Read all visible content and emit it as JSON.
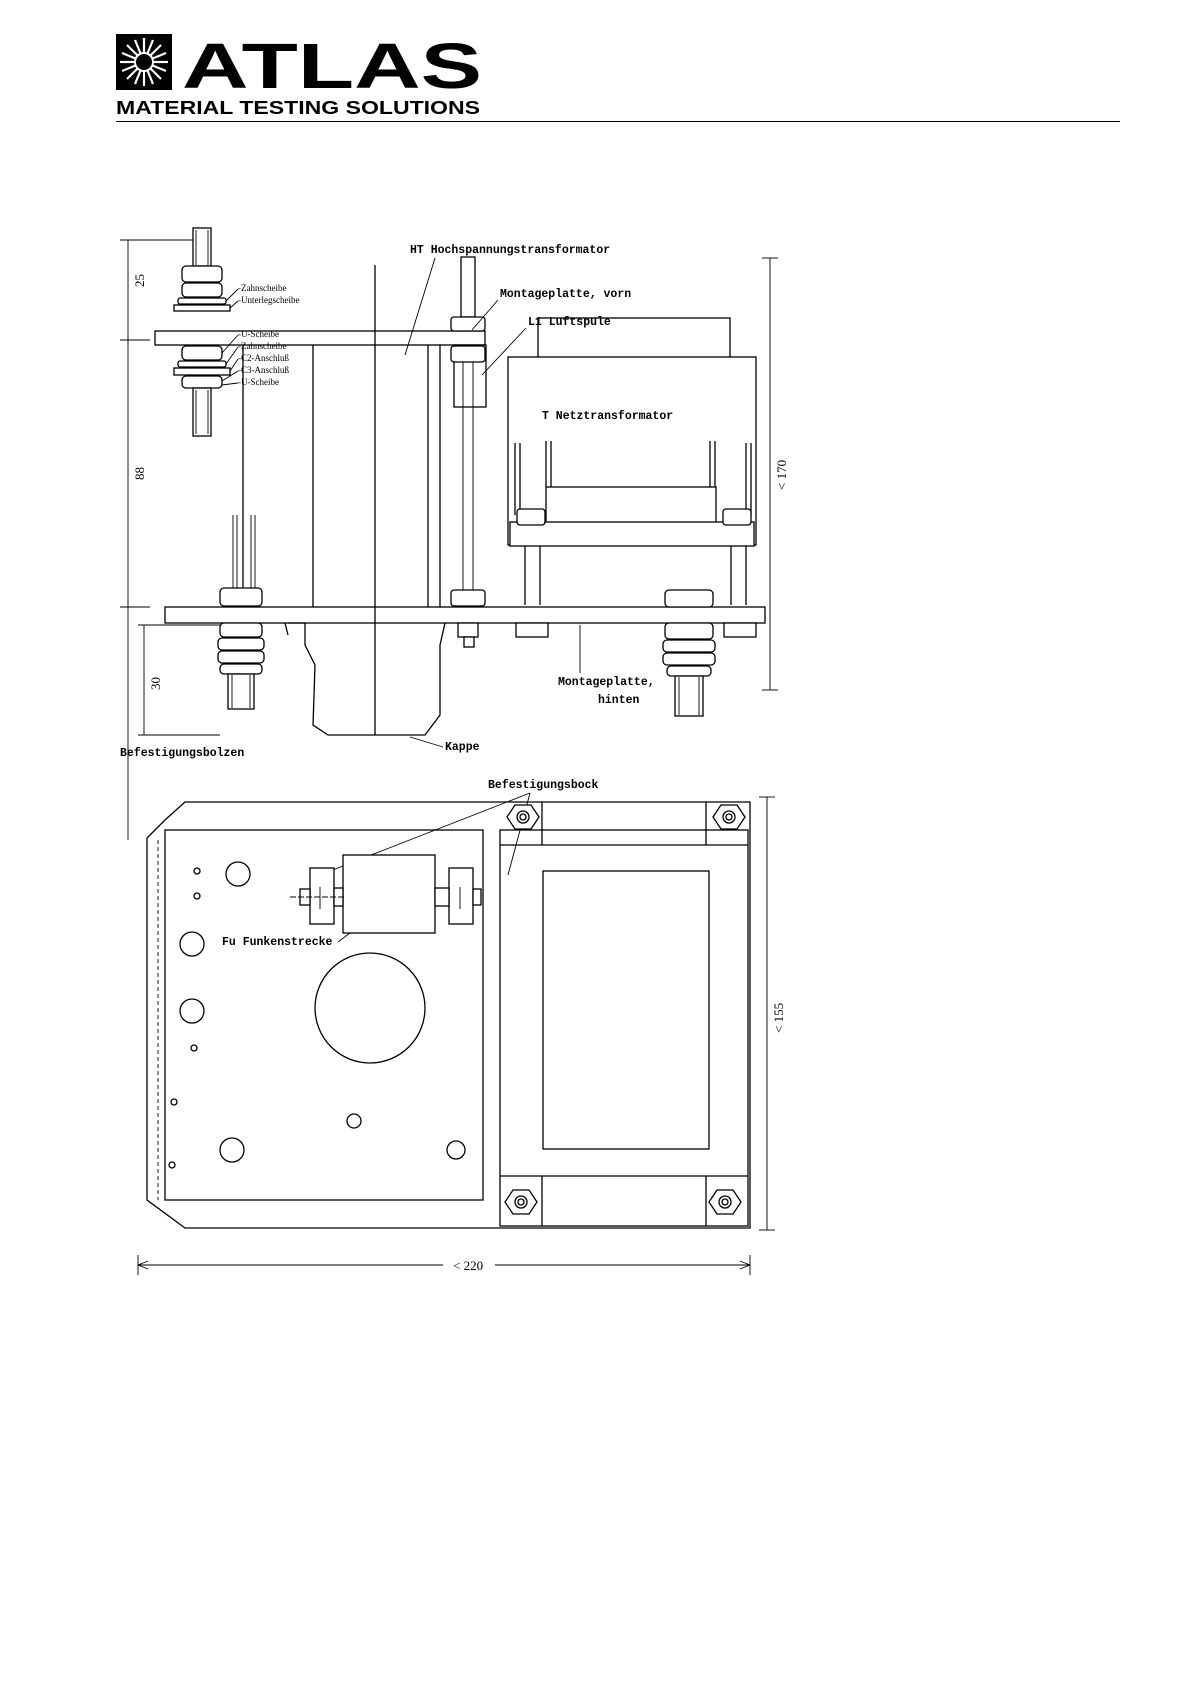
{
  "header": {
    "brand_name": "ATLAS",
    "brand_tagline": "MATERIAL TESTING SOLUTIONS",
    "logo_icon": "sun-burst-icon"
  },
  "drawing": {
    "side_view": {
      "labels": {
        "ht": "HT Hochspannungstransformator",
        "montage_vorn": "Montageplatte, vorn",
        "l1": "L1 Luftspule",
        "netz": "T  Netztransformator",
        "montage_hinten_1": "Montageplatte,",
        "montage_hinten_2": "hinten",
        "kappe": "Kappe",
        "bolzen": "Befestigungsbolzen"
      },
      "small_labels": {
        "zahnscheibe_1": "-Zahnscheibe",
        "unterlegscheibe": "-Unterlegscheibe",
        "u_scheibe_1": "-U-Scheibe",
        "zahnscheibe_2": "-Zahnscheibe",
        "c2": "-C2-Anschluß",
        "c3": "-C3-Anschluß",
        "u_scheibe_2": "-U-Scheibe"
      },
      "dimensions": {
        "d25": "25",
        "d88": "88",
        "d30": "30",
        "d170": "< 170"
      }
    },
    "top_view": {
      "labels": {
        "bock": "Befestigungsbock",
        "funken": "Fu Funkenstrecke"
      },
      "dimensions": {
        "d155": "< 155",
        "d220": "< 220"
      }
    }
  }
}
